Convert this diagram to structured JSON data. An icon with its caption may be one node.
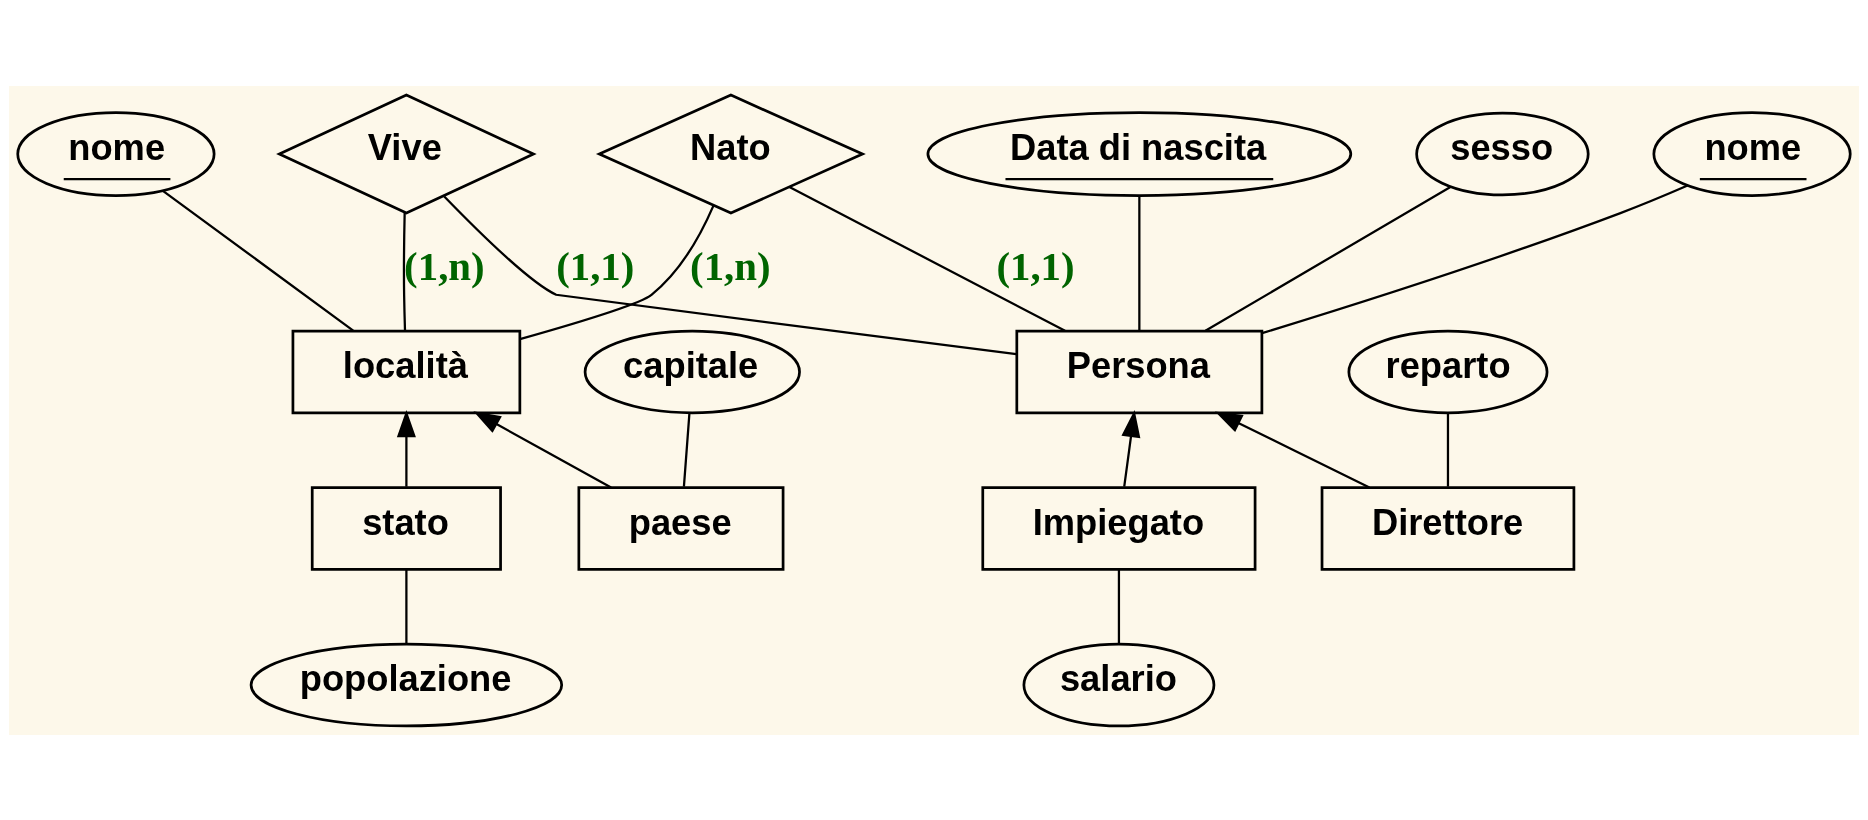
{
  "diagram": {
    "nodes": [
      {
        "text": [
          "Nato"
        ]
      },
      {
        "text": [
          "Vive"
        ]
      },
      {
        "text": [
          "nome"
        ]
      },
      {
        "text": [
          "Data di nascita"
        ]
      },
      {
        "text": [
          "sesso"
        ]
      },
      {
        "text": [
          "Persona"
        ]
      },
      {
        "text": [
          "nome"
        ]
      },
      {
        "text": [
          "località"
        ]
      },
      {
        "text": [
          "reparto"
        ]
      },
      {
        "text": [
          "capitale"
        ]
      },
      {
        "text": [
          "Impiegato"
        ]
      },
      {
        "text": [
          "Direttore"
        ]
      },
      {
        "text": [
          "stato"
        ]
      },
      {
        "text": [
          "paese"
        ]
      },
      {
        "text": [
          "salario"
        ]
      },
      {
        "text": [
          "popolazione"
        ]
      }
    ],
    "edges": [
      {
        "from": 5,
        "to": 0,
        "arrow": "none",
        "label": "(1,1)"
      },
      {
        "from": 0,
        "to": 7,
        "arrow": "none",
        "label": "(1,n)"
      },
      {
        "from": 5,
        "to": 1,
        "arrow": "none",
        "label": "(1,1)"
      },
      {
        "from": 1,
        "to": 7,
        "arrow": "none",
        "label": "(1,n)"
      },
      {
        "from": 2,
        "to": 5,
        "arrow": "none"
      },
      {
        "from": 3,
        "to": 5,
        "arrow": "none"
      },
      {
        "from": 4,
        "to": 5,
        "arrow": "none"
      },
      {
        "from": 6,
        "to": 7,
        "arrow": "none"
      },
      {
        "from": 10,
        "to": 5,
        "arrow": "to"
      },
      {
        "from": 11,
        "to": 5,
        "arrow": "to"
      },
      {
        "from": 8,
        "to": 11,
        "arrow": "none"
      },
      {
        "from": 12,
        "to": 7,
        "arrow": "to"
      },
      {
        "from": 13,
        "to": 7,
        "arrow": "to"
      },
      {
        "from": 9,
        "to": 13,
        "arrow": "none"
      },
      {
        "from": 14,
        "to": 10,
        "arrow": "none"
      },
      {
        "from": 15,
        "to": 12,
        "arrow": "none"
      }
    ]
  }
}
